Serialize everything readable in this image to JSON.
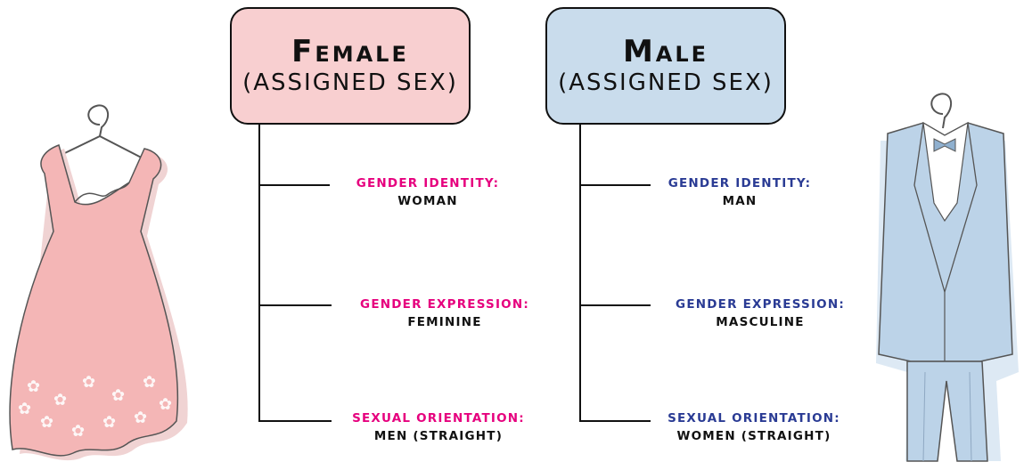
{
  "colors": {
    "female_box": "#f8cfd0",
    "male_box": "#c9dcec",
    "female_accent": "#e6007e",
    "male_accent": "#2a3b94",
    "dress": "#f5b8b8",
    "dress_shadow": "#f0d0d0",
    "suit": "#bcd0e6",
    "suit_shadow": "#dde9f4"
  },
  "icons": {
    "left_image": "pink-dress-icon",
    "right_image": "blue-suit-icon"
  },
  "female": {
    "title": "Female",
    "subtitle": "(assigned sex)",
    "identity_label": "Gender identity:",
    "identity_value": "woman",
    "expression_label": "Gender expression:",
    "expression_value": "Feminine",
    "orientation_label": "Sexual orientation:",
    "orientation_value": "men (straight)"
  },
  "male": {
    "title": "Male",
    "subtitle": "(assigned sex)",
    "identity_label": "Gender identity:",
    "identity_value": "man",
    "expression_label": "Gender expression:",
    "expression_value": "masculine",
    "orientation_label": "Sexual orientation:",
    "orientation_value": "women (straight)"
  }
}
